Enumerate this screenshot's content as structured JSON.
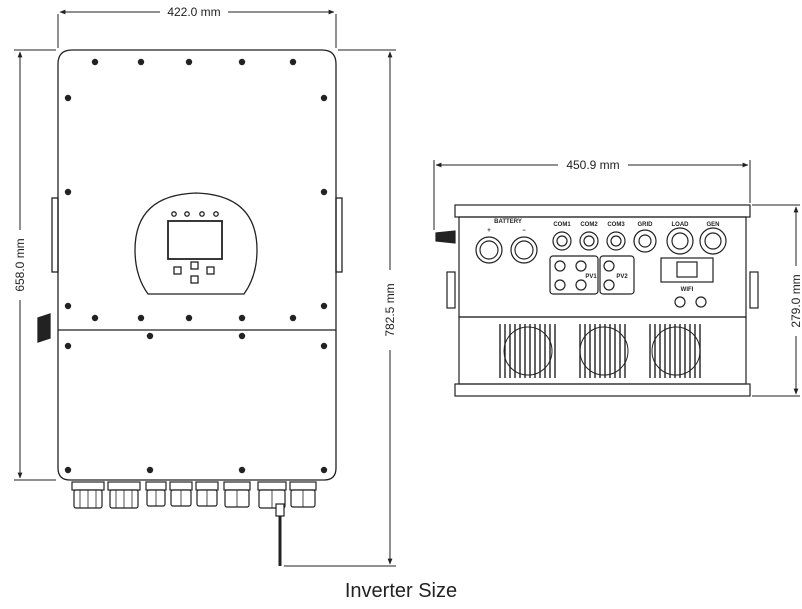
{
  "caption": "Inverter Size",
  "dimensions": {
    "front_width": "422.0 mm",
    "front_height": "658.0 mm",
    "overall_height": "782.5 mm",
    "bottom_width": "450.9 mm",
    "bottom_depth": "279.0 mm"
  },
  "bottom_labels": {
    "battery": "BATTERY",
    "plus": "+",
    "minus": "−",
    "com1": "COM1",
    "com2": "COM2",
    "com3": "COM3",
    "grid": "GRID",
    "load": "LOAD",
    "gen": "GEN",
    "pv1": "PV1",
    "pv2": "PV2",
    "wifi": "WIFI"
  }
}
